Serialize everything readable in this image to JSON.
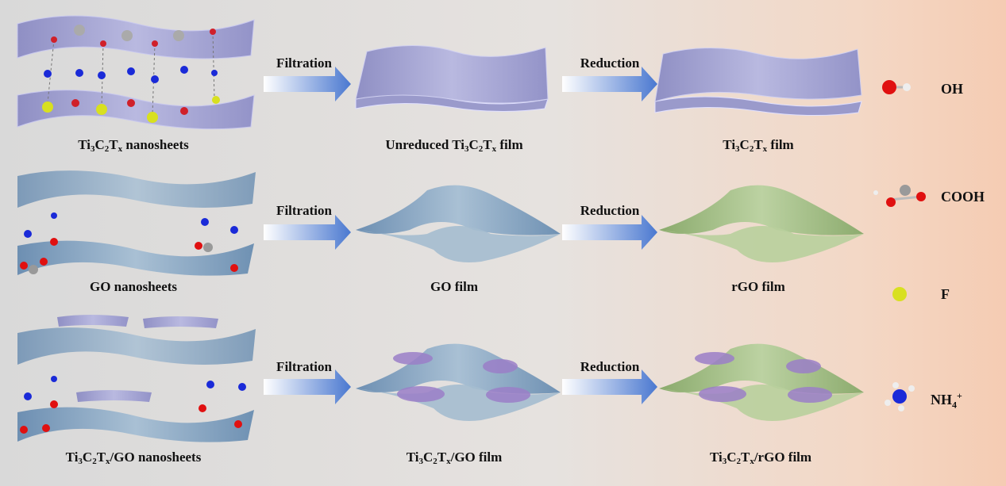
{
  "rows": [
    {
      "left": [
        "Ti",
        "3",
        "C",
        "2",
        "T",
        "x",
        " nanosheets"
      ],
      "mid": [
        "Unreduced Ti",
        "3",
        "C",
        "2",
        "T",
        "x",
        " film"
      ],
      "right": [
        "Ti",
        "3",
        "C",
        "2",
        "T",
        "x",
        " film"
      ],
      "step1": "Filtration",
      "step2": "Reduction"
    },
    {
      "left": "GO nanosheets",
      "mid": "GO film",
      "right": "rGO film",
      "step1": "Filtration",
      "step2": "Reduction"
    },
    {
      "left": [
        "Ti",
        "3",
        "C",
        "2",
        "T",
        "x",
        "/GO nanosheets"
      ],
      "mid": [
        "Ti",
        "3",
        "C",
        "2",
        "T",
        "x",
        "/GO film"
      ],
      "right": [
        "Ti",
        "3",
        "C",
        "2",
        "T",
        "x",
        "/rGO film"
      ],
      "step1": "Filtration",
      "step2": "Reduction"
    }
  ],
  "legend": [
    {
      "label": "OH"
    },
    {
      "label": "COOH"
    },
    {
      "label": "F"
    },
    {
      "label": "NH",
      "sup": "4",
      "sup2": "+"
    }
  ],
  "colors": {
    "mxene": "#a3a3cf",
    "go": "#7f9fbd",
    "rgo": "#9fbc82",
    "O": "#e01010",
    "F": "#d8e020",
    "N": "#1a2ad8",
    "C": "#9a9a9a"
  }
}
